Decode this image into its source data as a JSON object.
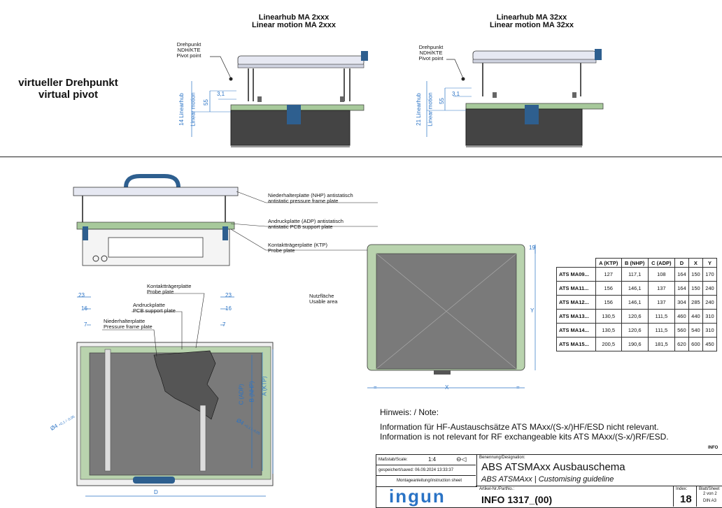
{
  "header": {
    "virtual_pivot_de": "virtueller Drehpunkt",
    "virtual_pivot_en": "virtual pivot",
    "left_drawing": {
      "title_de": "Linearhub MA 2xxx",
      "title_en": "Linear motion MA 2xxx",
      "pivot_label": [
        "Drehpunkt",
        "NDH/KTE",
        "Pivot point"
      ],
      "dim_31": "3,1",
      "dim_55": "55",
      "side_label_1": "14 Linearhub",
      "side_label_2": "Linear motion"
    },
    "right_drawing": {
      "title_de": "Linearhub MA 32xx",
      "title_en": "Linear motion MA 32xx",
      "pivot_label": [
        "Drehpunkt",
        "NDH/KTE",
        "Pivot point"
      ],
      "dim_31": "3,1",
      "dim_55": "55",
      "side_label_1": "21 Linearhub",
      "side_label_2": "Linear motion"
    }
  },
  "side_view_callouts": {
    "nhp": [
      "Niederhalterplatte (NHP) antistatisch",
      "antistatic pressure frame plate"
    ],
    "adp": [
      "Andruckplatte (ADP) antistatisch",
      "antistatic PCB support plate"
    ],
    "ktp": [
      "Kontaktträgerplatte (KTP)",
      "Probe plate"
    ]
  },
  "top_view": {
    "ktp_label": [
      "Kontaktträgerplatte",
      "Probe plate"
    ],
    "adp_label": [
      "Andruckplatte",
      "PCB support plate"
    ],
    "nhp_label": [
      "Niederhalterplatte",
      "Pressure frame plate"
    ],
    "dim_23": "23",
    "dim_16": "16",
    "dim_7": "7",
    "dim_c": "C (ADP)",
    "dim_b": "B (NHP)",
    "dim_a": "A (KTP)",
    "dim_d": "D",
    "hole_left": "Ø4",
    "hole_left_tol": "+0,1 / -0,05",
    "hole_right": "Ø4",
    "hole_right_tol": "+0,1 / -0,05"
  },
  "usable_area": {
    "label": [
      "Nutzfläche",
      "Usable area"
    ],
    "dim_19": "19",
    "dim_x": "X",
    "dim_y": "Y",
    "eq": "="
  },
  "dims_table": {
    "headers": [
      "",
      "A (KTP)",
      "B (NHP)",
      "C (ADP)",
      "D",
      "X",
      "Y"
    ],
    "rows": [
      [
        "ATS MA09...",
        "127",
        "117,1",
        "108",
        "164",
        "150",
        "170"
      ],
      [
        "ATS MA11...",
        "156",
        "146,1",
        "137",
        "164",
        "150",
        "240"
      ],
      [
        "ATS MA12...",
        "156",
        "146,1",
        "137",
        "304",
        "285",
        "240"
      ],
      [
        "ATS MA13...",
        "130,5",
        "120,6",
        "111,5",
        "460",
        "440",
        "310"
      ],
      [
        "ATS MA14...",
        "130,5",
        "120,6",
        "111,5",
        "560",
        "540",
        "310"
      ],
      [
        "ATS MA15...",
        "200,5",
        "190,6",
        "181,5",
        "620",
        "600",
        "450"
      ]
    ]
  },
  "note": {
    "heading": "Hinweis: / Note:",
    "line1": "Information für HF-Austauschsätze ATS MAxx/(S-x/)HF/ESD nicht relevant.",
    "line2": "Information is not relevant for RF exchangeable kits ATS MAxx/(S-x/)RF/ESD.",
    "info_tag": "INFO"
  },
  "title_block": {
    "scale_label": "Maßstab/Scale:",
    "scale_value": "1:4",
    "saved": "gespeichert/saved: 06.09.2024 13:33:37",
    "sheet_type": "Montageanleitung/instruction sheet",
    "designation_label": "Benennung/Designation:",
    "title_de": "ABS ATSMAxx Ausbauschema",
    "title_en": "ABS ATSMAxx | Customising guideline",
    "part_label": "Artikel-Nr./PartNo.:",
    "part_no": "INFO 1317_(00)",
    "index_label": "Index:",
    "index_value": "18",
    "sheet_label": "Blatt/Sheet",
    "sheet_value": "2 von 2",
    "format": "DIN A3",
    "logo": "ingun"
  }
}
